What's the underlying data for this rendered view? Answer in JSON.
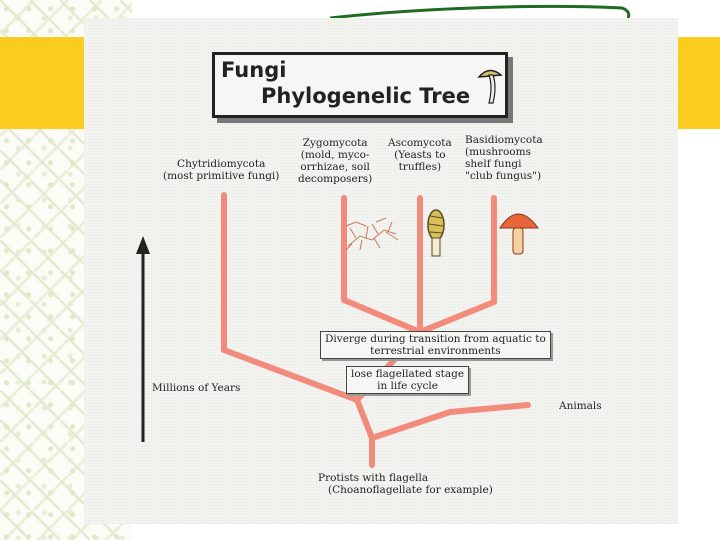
{
  "title": {
    "line1": "Fungi",
    "line2": "Phylogenelic Tree"
  },
  "taxa": {
    "chytridiomycota": {
      "name": "Chytridiomycota",
      "note": "(most primitive fungi)"
    },
    "zygomycota": {
      "name": "Zygomycota",
      "note1": "(mold, myco-",
      "note2": "orrhizae, soil",
      "note3": "decomposers)"
    },
    "ascomycota": {
      "name": "Ascomycota",
      "note1": "(Yeasts to",
      "note2": "truffles)"
    },
    "basidiomycota": {
      "name": "Basidiomycota",
      "note1": "(mushrooms",
      "note2": "shelf fungi",
      "note3": "\"club fungus\")"
    }
  },
  "annotations": {
    "diverge_line1": "Diverge during transition from aquatic to",
    "diverge_line2": "terrestrial environments",
    "flagellated_line1": "lose flagellated stage",
    "flagellated_line2": "in life cycle"
  },
  "axis_label": "Millions of Years",
  "animals_label": "Animals",
  "root": {
    "line1": "Protists with flagella",
    "line2": "(Choanoflagellate for example)"
  },
  "colors": {
    "branch": "#f28b7c",
    "title_border": "#222222",
    "yellow_band": "#f9cc1f",
    "swoosh": "#1f6b1f"
  },
  "icons": [
    "mushroom-logo-icon",
    "mold-hyphae-icon",
    "morel-icon",
    "mushroom-icon",
    "up-arrow-icon"
  ]
}
